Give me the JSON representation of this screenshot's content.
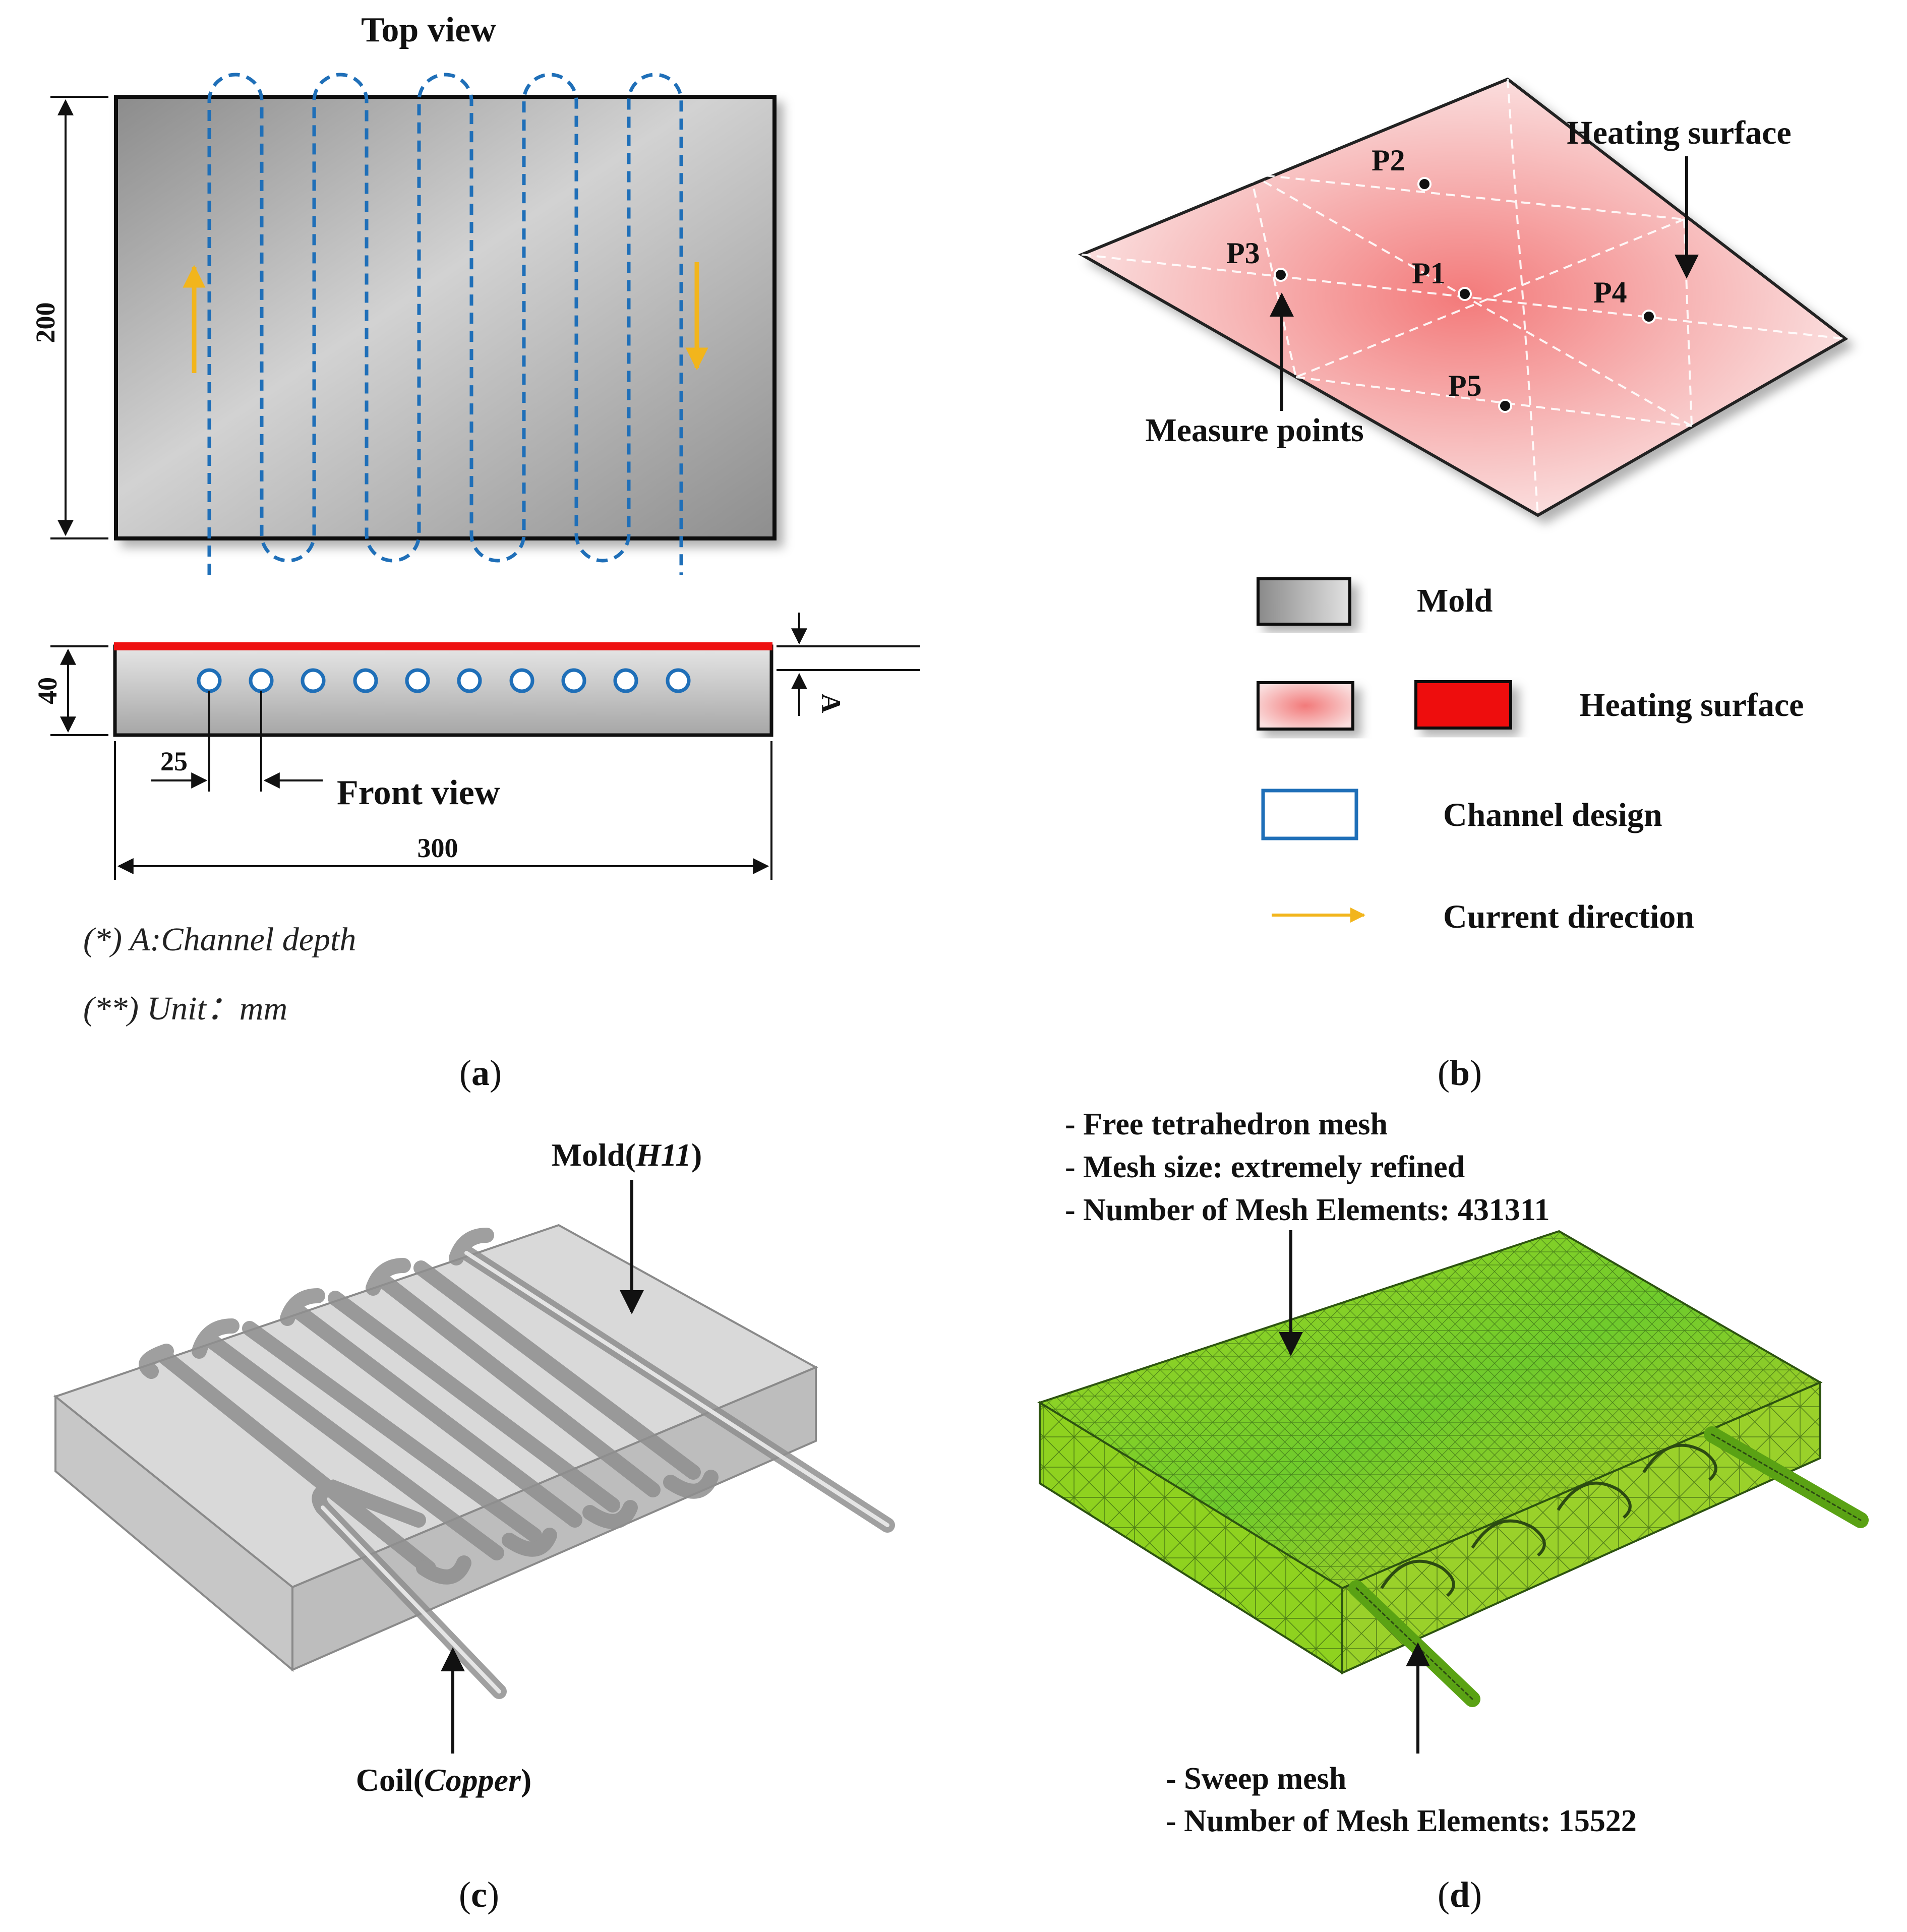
{
  "panel_a": {
    "top_view_title": "Top view",
    "front_view_title": "Front view",
    "dim_height": "200",
    "dim_thickness": "40",
    "dim_width": "300",
    "dim_pitch": "25",
    "dim_depth_symbol": "A",
    "note_1": "(*) A:Channel depth",
    "note_2": "(**) Unit：mm",
    "caption_open": "(",
    "caption_letter": "a",
    "caption_close": ")"
  },
  "panel_b": {
    "heating_surface_label": "Heating surface",
    "measure_points_label": "Measure points",
    "points": [
      "P1",
      "P2",
      "P3",
      "P4",
      "P5"
    ],
    "legend": {
      "mold": "Mold",
      "heating_surface": "Heating surface",
      "channel_design": "Channel design",
      "current_direction": "Current direction"
    },
    "caption_open": "(",
    "caption_letter": "b",
    "caption_close": ")"
  },
  "panel_c": {
    "mold_prefix": "Mold(",
    "mold_material": "H11",
    "mold_suffix": ")",
    "coil_prefix": "Coil(",
    "coil_material": "Copper",
    "coil_suffix": ")",
    "caption_open": "(",
    "caption_letter": "c",
    "caption_close": ")"
  },
  "panel_d": {
    "mesh_line_1": "- Free tetrahedron mesh",
    "mesh_line_2": "- Mesh size: extremely refined",
    "mesh_line_3": "- Number of  Mesh Elements: 431311",
    "sweep_line_1": "- Sweep mesh",
    "sweep_line_2": "- Number of  Mesh Elements: 15522",
    "caption_open": "(",
    "caption_letter": "d",
    "caption_close": ")"
  },
  "colors": {
    "channel_blue": "#1f6fb8",
    "current_arrow": "#f2b51c",
    "heating_red": "#ee1111",
    "mesh_green": "#7ccf1e"
  }
}
